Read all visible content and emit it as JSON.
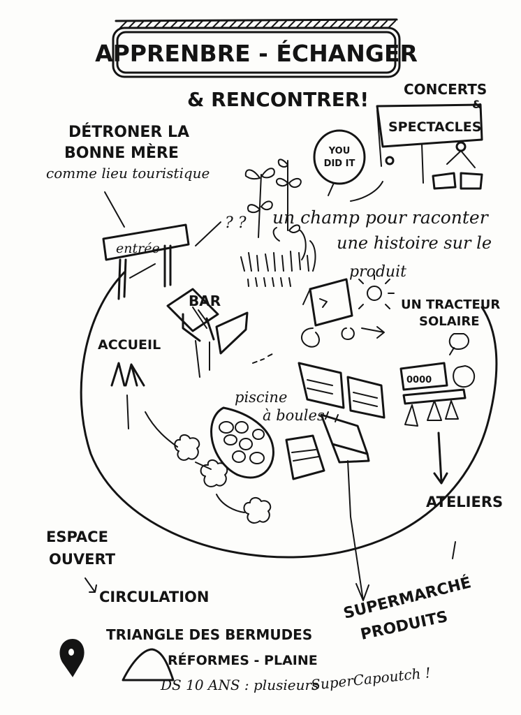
{
  "title": "APPRENBRE - ÉCHANGER",
  "subtitle": "& RENCONTRER!",
  "labels": {
    "concerts": "CONCERTS",
    "concerts_amp": "&",
    "spectacles": "SPECTACLES",
    "detroner_1": "DÉTRONER LA",
    "detroner_2": "BONNE MÈRE",
    "detroner_3": "comme lieu touristique",
    "you_did_it_1": "YOU",
    "you_did_it_2": "DID IT",
    "qq": "? ?",
    "champ_1": "un champ pour raconter",
    "champ_2": "une histoire sur le",
    "entree": "entrée",
    "bar": "BAR",
    "produit": "produit",
    "tracteur_1": "UN TRACTEUR",
    "tracteur_2": "SOLAIRE",
    "accueil": "ACCUEIL",
    "piscine_1": "piscine",
    "piscine_2": "à boules",
    "ateliers": "ATELIERS",
    "espace_1": "ESPACE",
    "espace_2": "OUVERT",
    "circulation": "CIRCULATION",
    "supermarche_1": "SUPERMARCHÉ",
    "supermarche_2": "PRODUITS",
    "triangle": "TRIANGLE DES BERMUDES",
    "reformes_1": "RÉFORMES - PLAINE",
    "reformes_2": "DS 10 ANS : plusieurs",
    "reformes_3": "SuperCapoutch !",
    "display_digits": "0000"
  }
}
